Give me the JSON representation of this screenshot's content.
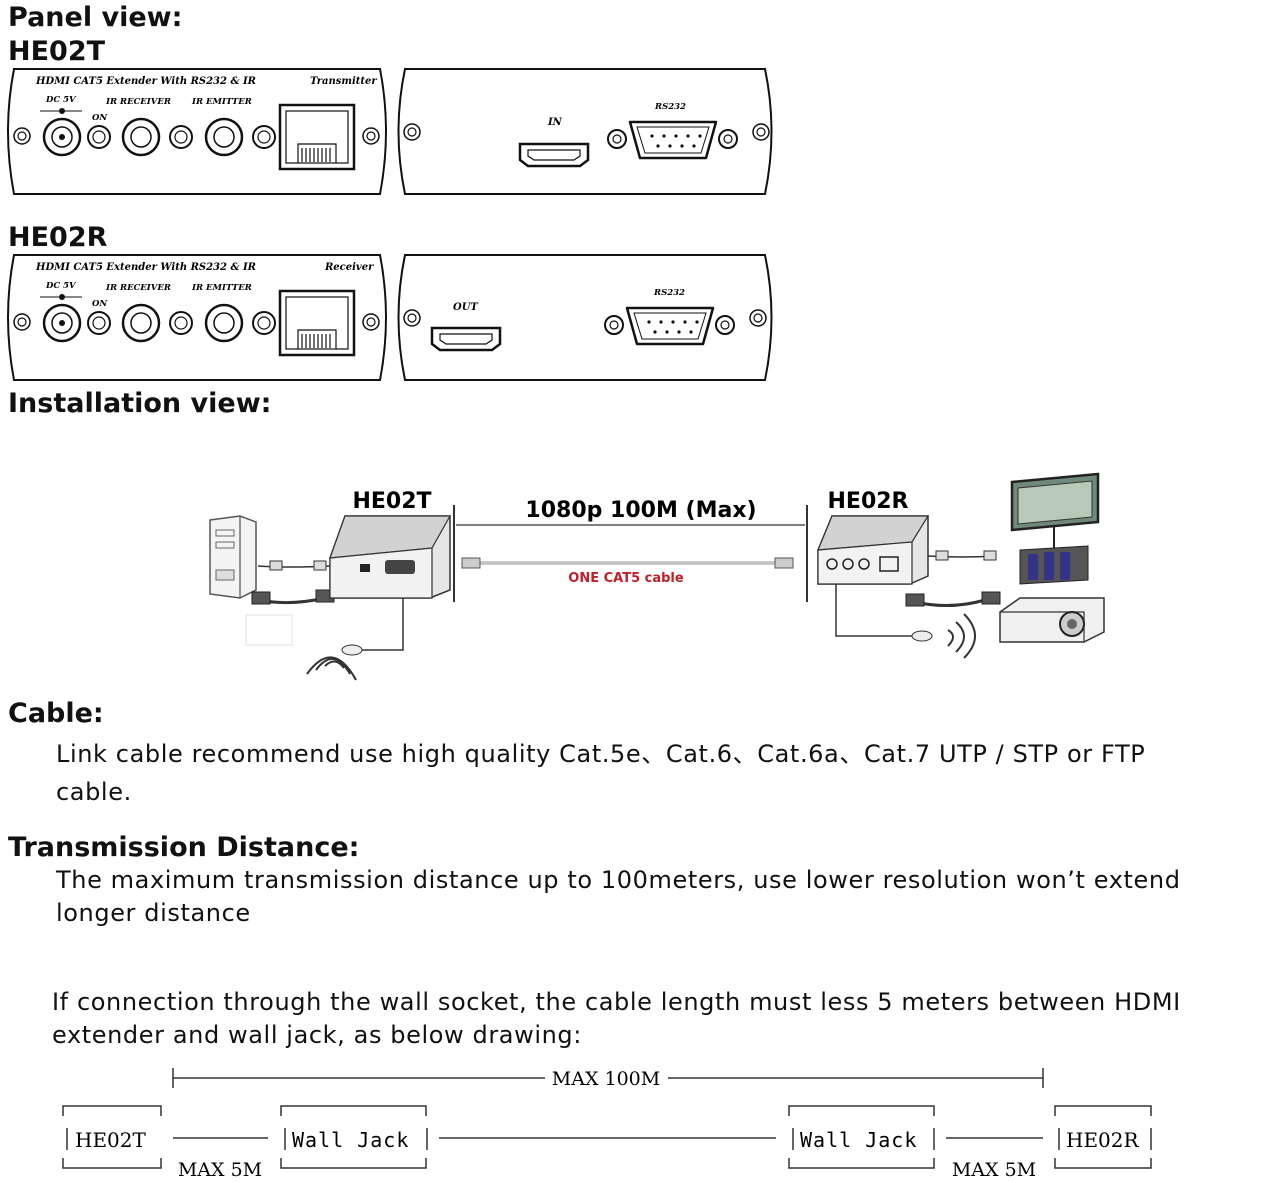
{
  "panel_view": {
    "title": "Panel view:",
    "transmitter": {
      "model": "HE02T",
      "panel_caption": "HDMI CAT5 Extender With RS232 & IR",
      "role": "Transmitter",
      "labels": {
        "dc": "DC 5V",
        "on": "ON",
        "ir_receiver": "IR RECEIVER",
        "ir_emitter": "IR EMITTER",
        "hdmi": "IN",
        "serial": "RS232"
      }
    },
    "receiver": {
      "model": "HE02R",
      "panel_caption": "HDMI CAT5 Extender With RS232 & IR",
      "role": "Receiver",
      "labels": {
        "dc": "DC 5V",
        "on": "ON",
        "ir_receiver": "IR RECEIVER",
        "ir_emitter": "IR EMITTER",
        "hdmi": "OUT",
        "serial": "RS232"
      }
    }
  },
  "installation_view": {
    "title": "Installation view:",
    "left_unit": "HE02T",
    "right_unit": "HE02R",
    "span_label": "1080p 100M (Max)",
    "cable_label": "ONE CAT5 cable",
    "cable_color": "#c0202a"
  },
  "cable": {
    "title": "Cable:",
    "line1": "Link cable recommend use high quality Cat.5e、Cat.6、Cat.6a、Cat.7  UTP / STP or FTP",
    "line2": "cable."
  },
  "distance": {
    "title": "Transmission Distance:",
    "line1": "The maximum transmission distance up to 100meters, use lower resolution won’t extend",
    "line2": "longer distance"
  },
  "wall": {
    "line1": "If connection through the wall socket, the cable length must less 5 meters between HDMI",
    "line2": "extender and wall jack, as below drawing:"
  },
  "wall_diagram": {
    "total": "MAX 100M",
    "box1": "HE02T",
    "box2": "Wall Jack",
    "box3": "Wall Jack",
    "box4": "HE02R",
    "seg_left": "MAX 5M",
    "seg_right": "MAX 5M"
  }
}
